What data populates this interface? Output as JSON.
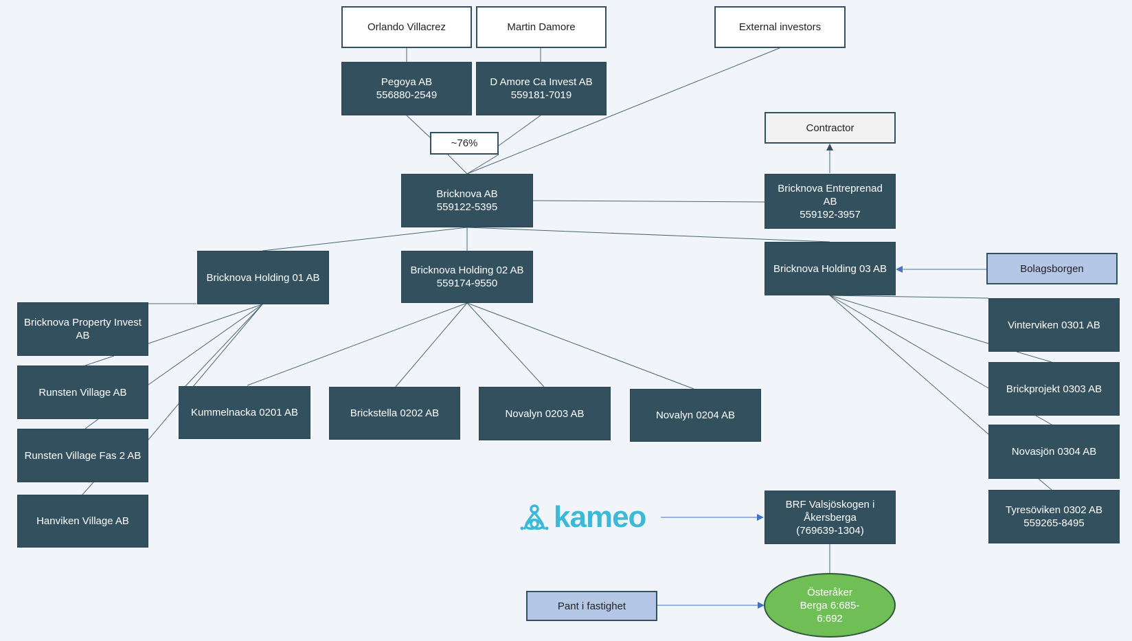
{
  "colors": {
    "dark_box": "#33505f",
    "line": "#4a6572",
    "arrow_blue": "#4472c4",
    "bolagsborgen_fill": "#b4c7e7",
    "pant_fill": "#b4c7e7",
    "green_fill": "#70bf56",
    "kameo_brand": "#3bb9d6"
  },
  "nodes": {
    "orlando": "Orlando Villacrez",
    "martin": "Martin Damore",
    "external": "External investors",
    "pegoya": "Pegoya AB\n556880-2549",
    "damore_invest": "D Amore Ca Invest AB\n559181-7019",
    "share_pct": "~76%",
    "contractor": "Contractor",
    "bricknova_ab": "Bricknova AB\n559122-5395",
    "entreprenad": "Bricknova Entreprenad AB\n559192-3957",
    "holding01": "Bricknova Holding 01 AB",
    "holding02": "Bricknova Holding 02 AB\n559174-9550",
    "holding03": "Bricknova Holding 03 AB",
    "bolagsborgen": "Bolagsborgen",
    "property_invest": "Bricknova Property Invest AB",
    "runsten": "Runsten Village AB",
    "runsten_fas2": "Runsten Village Fas 2 AB",
    "hanviken": "Hanviken Village AB",
    "kummelnacka": "Kummelnacka 0201 AB",
    "brickstella": "Brickstella 0202 AB",
    "novalyn0203": "Novalyn 0203 AB",
    "novalyn0204": "Novalyn 0204 AB",
    "vinterviken": "Vinterviken 0301 AB",
    "brickprojekt": "Brickprojekt 0303 AB",
    "novasjon": "Novasjön 0304 AB",
    "tyresoviken": "Tyresöviken 0302 AB\n559265-8495",
    "brf": "BRF Valsjöskogen i Åkersberga\n(769639-1304)",
    "pant": "Pant i fastighet",
    "osteraker": "Österåker\nBerga 6:685-\n6:692"
  },
  "logo": {
    "text": "kameo",
    "icon": "kameo-knot-icon"
  }
}
